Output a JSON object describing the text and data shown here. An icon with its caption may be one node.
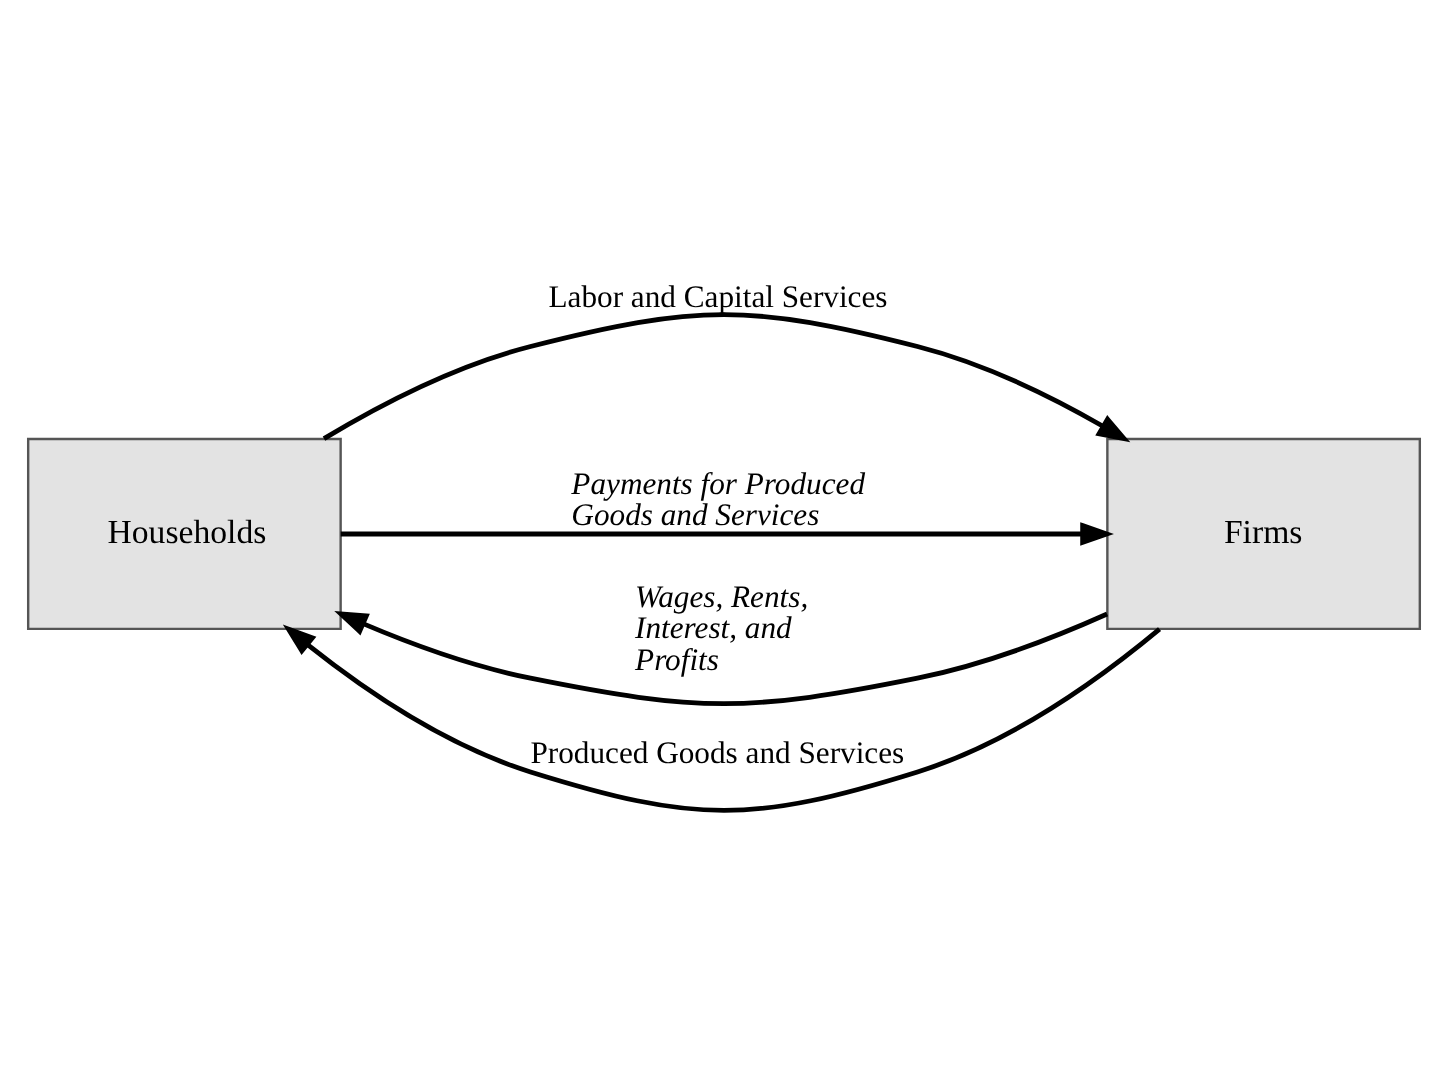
{
  "diagram": {
    "nodes": [
      {
        "text": [
          "Households"
        ]
      },
      {
        "text": [
          "Firms"
        ]
      }
    ],
    "edges": [
      {
        "from": 0,
        "to": 1,
        "arrow": "to",
        "label": "Labor and Capital Services"
      },
      {
        "from": 1,
        "to": 0,
        "arrow": "to",
        "label": "Wages, Rents, Interest, and Profits"
      },
      {
        "from": 0,
        "to": 1,
        "arrow": "to",
        "label": "Payments for Produced Goods and Services"
      },
      {
        "from": 1,
        "to": 0,
        "arrow": "to",
        "label": "Produced Goods and Services"
      }
    ]
  }
}
